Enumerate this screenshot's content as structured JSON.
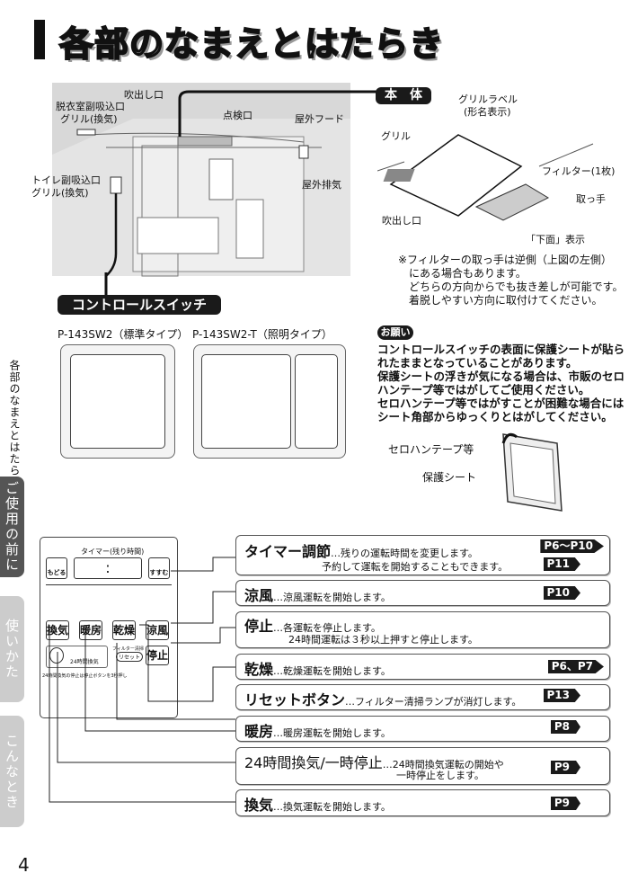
{
  "title": "各部のなまえとはたらき",
  "side": {
    "chapter": "各部のなまえとはたらき",
    "tabs": [
      "ご使用の前に",
      "使いかた",
      "こんなとき"
    ]
  },
  "illustration": {
    "labels": {
      "outlet": "吹出し口",
      "dressing_grill": "脱衣室副吸込口",
      "dressing_grill2": "グリル(換気)",
      "inspection": "点検口",
      "hood": "屋外フード",
      "toilet_grill": "トイレ副吸込口",
      "toilet_grill2": "グリル(換気)",
      "exhaust": "屋外排気"
    },
    "control_switch_label": "コントロールスイッチ"
  },
  "body_unit": {
    "label": "本　体",
    "grill_label": "グリルラベル",
    "grill_label2": "(形名表示)",
    "grill": "グリル",
    "filter": "フィルター(1枚)",
    "handle": "取っ手",
    "outlet": "吹出し口",
    "bottom": "「下面」表示",
    "note": [
      "※フィルターの取っ手は逆側（上図の左側）",
      "にある場合もあります。",
      "どちらの方向からでも抜き差しが可能です。",
      "着脱しやすい方向に取付けてください。"
    ]
  },
  "models": [
    {
      "name": "P-143SW2（標準タイプ）"
    },
    {
      "name": "P-143SW2-T（照明タイプ）"
    }
  ],
  "request": {
    "label": "お願い",
    "lines": [
      "コントロールスイッチの表面に保護シートが貼ら",
      "れたままとなっていることがあります。",
      "保護シートの浮きが気になる場合は、市販のセロ",
      "ハンテープ等ではがしてご使用ください。",
      "セロハンテープ等ではがすことが困難な場合には",
      "シート角部からゆっくりとはがしてください。"
    ],
    "tape": "セロハンテープ等",
    "sheet": "保護シート"
  },
  "panel": {
    "timer_label": "タイマー(残り時間)",
    "back": "もどる",
    "fwd": "すすむ",
    "colon": ":",
    "buttons": [
      "換気",
      "暖房",
      "乾燥",
      "涼風",
      "停止"
    ],
    "h24": "24時間換気",
    "reset": "リセット",
    "filter": "フィルター清掃",
    "note": "24時間換気の停止は停止ボタンを3秒押し"
  },
  "functions": [
    {
      "name": "タイマー調節",
      "desc": "…残りの運転時間を変更します。",
      "desc2": "予約して運転を開始することもできます。",
      "pages": [
        "P6〜P10",
        "P11"
      ]
    },
    {
      "name": "涼風",
      "desc": "…涼風運転を開始します。",
      "pages": [
        "P10"
      ]
    },
    {
      "name": "停止",
      "desc": "…各運転を停止します。",
      "desc2": "24時間運転は３秒以上押すと停止します。",
      "pages": []
    },
    {
      "name": "乾燥",
      "desc": "…乾燥運転を開始します。",
      "pages": [
        "P6、P7"
      ]
    },
    {
      "name": "リセットボタン",
      "desc": "…フィルター清掃ランプが消灯します。",
      "pages": [
        "P13"
      ]
    },
    {
      "name": "暖房",
      "desc": "…暖房運転を開始します。",
      "pages": [
        "P8"
      ]
    },
    {
      "name": "24時間換気/一時停止",
      "desc": "…24時間換気運転の開始や",
      "desc2": "一時停止をします。",
      "pages": [
        "P9"
      ]
    },
    {
      "name": "換気",
      "desc": "…換気運転を開始します。",
      "pages": [
        "P9"
      ]
    }
  ],
  "page_number": "4"
}
